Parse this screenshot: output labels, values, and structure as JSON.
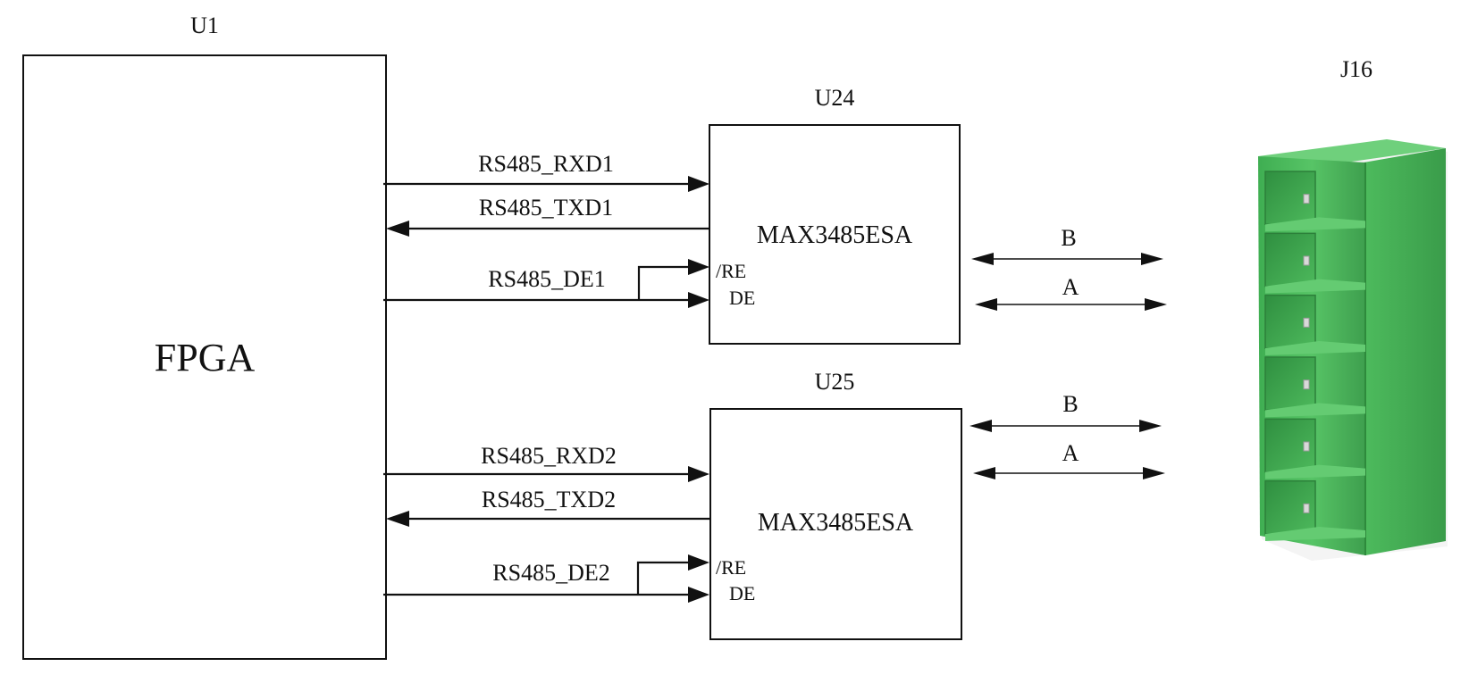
{
  "fpga": {
    "ref": "U1",
    "name": "FPGA"
  },
  "transceivers": [
    {
      "ref": "U24",
      "part": "MAX3485ESA",
      "pin_re": "/RE",
      "pin_de": "DE",
      "signals": {
        "rxd": "RS485_RXD1",
        "txd": "RS485_TXD1",
        "de": "RS485_DE1"
      },
      "bus": {
        "b": "B",
        "a": "A"
      }
    },
    {
      "ref": "U25",
      "part": "MAX3485ESA",
      "pin_re": "/RE",
      "pin_de": "DE",
      "signals": {
        "rxd": "RS485_RXD2",
        "txd": "RS485_TXD2",
        "de": "RS485_DE2"
      },
      "bus": {
        "b": "B",
        "a": "A"
      }
    }
  ],
  "connector": {
    "ref": "J16",
    "pin_count": 6,
    "color": "#4cb85c"
  }
}
